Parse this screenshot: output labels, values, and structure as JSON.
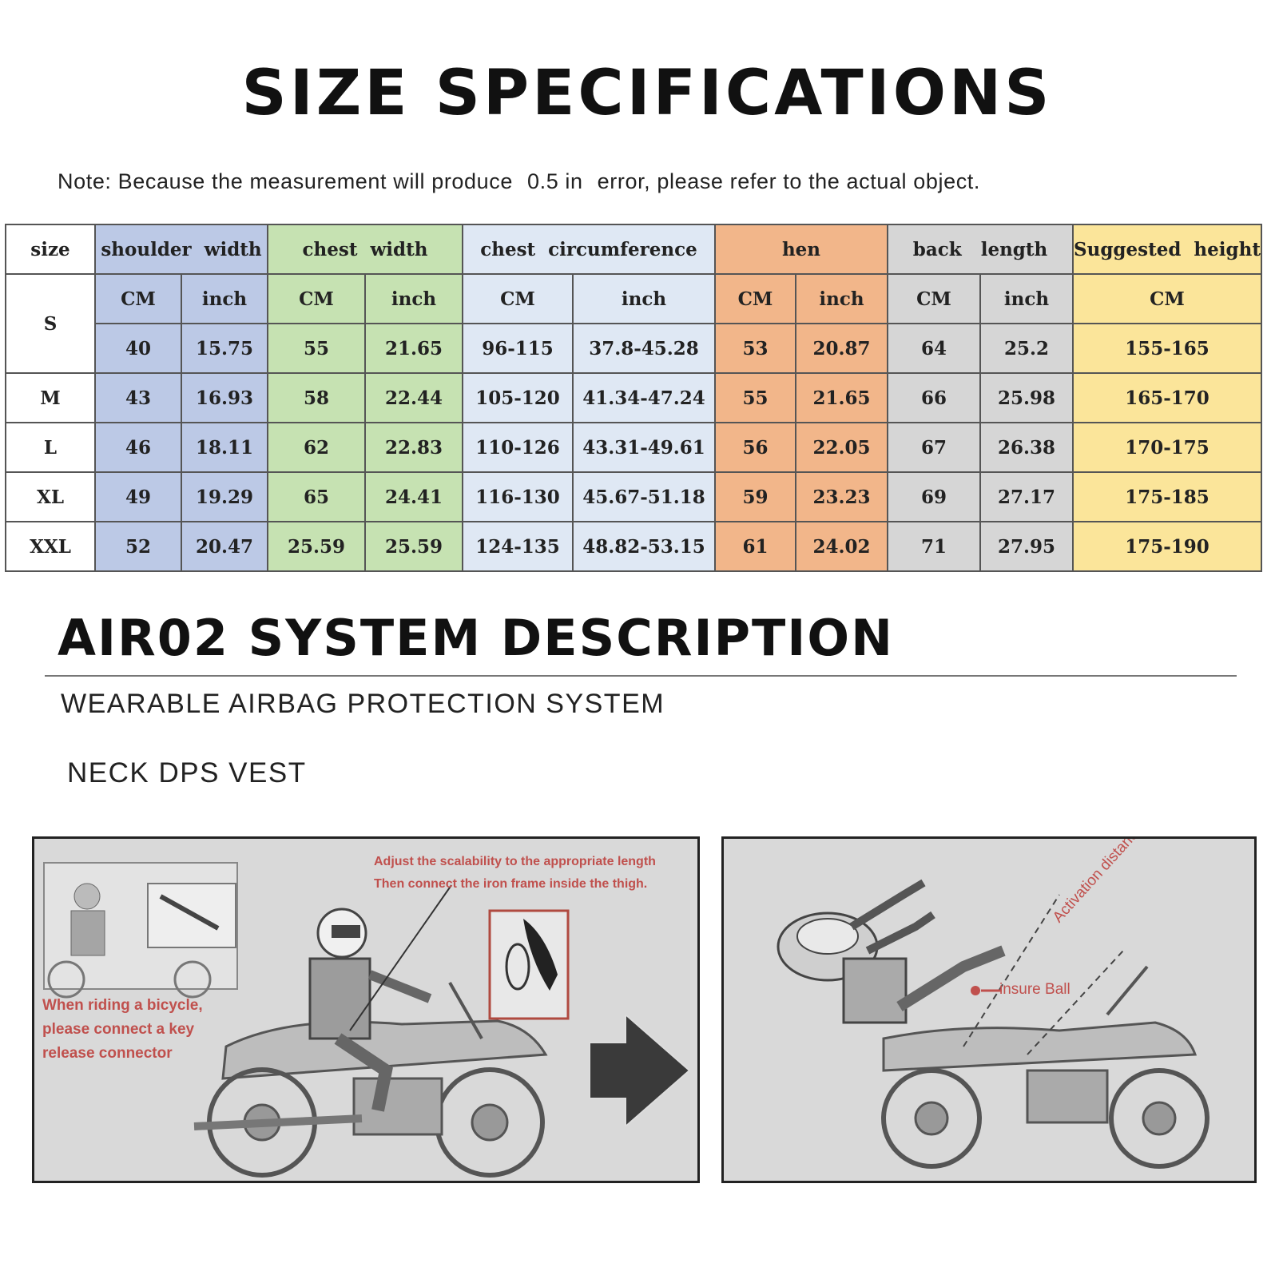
{
  "title": "SIZE SPECIFICATIONS",
  "note": {
    "text_before": "Note: Because the measurement will produce",
    "value": "0.5 in",
    "text_after": "error, please refer to the actual object."
  },
  "table": {
    "size_header": "size",
    "groups": [
      {
        "label": "shoulder  width",
        "units": [
          "CM",
          "inch"
        ]
      },
      {
        "label": "chest  width",
        "units": [
          "CM",
          "inch"
        ]
      },
      {
        "label": "chest  circumference",
        "units": [
          "CM",
          "inch"
        ]
      },
      {
        "label": "hen",
        "units": [
          "CM",
          "inch"
        ]
      },
      {
        "label": "back   length",
        "units": [
          "CM",
          "inch"
        ]
      },
      {
        "label": "Suggested  height",
        "units": [
          "CM"
        ]
      }
    ],
    "rows": [
      {
        "size": "S",
        "values": [
          "40",
          "15.75",
          "55",
          "21.65",
          "96-115",
          "37.8-45.28",
          "53",
          "20.87",
          "64",
          "25.2",
          "155-165"
        ]
      },
      {
        "size": "M",
        "values": [
          "43",
          "16.93",
          "58",
          "22.44",
          "105-120",
          "41.34-47.24",
          "55",
          "21.65",
          "66",
          "25.98",
          "165-170"
        ]
      },
      {
        "size": "L",
        "values": [
          "46",
          "18.11",
          "62",
          "22.83",
          "110-126",
          "43.31-49.61",
          "56",
          "22.05",
          "67",
          "26.38",
          "170-175"
        ]
      },
      {
        "size": "XL",
        "values": [
          "49",
          "19.29",
          "65",
          "24.41",
          "116-130",
          "45.67-51.18",
          "59",
          "23.23",
          "69",
          "27.17",
          "175-185"
        ]
      },
      {
        "size": "XXL",
        "values": [
          "52",
          "20.47",
          "25.59",
          "25.59",
          "124-135",
          "48.82-53.15",
          "61",
          "24.02",
          "71",
          "27.95",
          "175-190"
        ]
      }
    ]
  },
  "section_title": "AIR02 SYSTEM DESCRIPTION",
  "subtitle": "WEARABLE AIRBAG PROTECTION SYSTEM",
  "vest_label": "NECK DPS VEST",
  "panel_left": {
    "annotation_top_1": "Adjust the scalability to the appropriate length",
    "annotation_top_2": "Then connect the iron frame inside the thigh.",
    "annotation_side_1": "When riding a bicycle,",
    "annotation_side_2": "please connect a key",
    "annotation_side_3": "release connector"
  },
  "panel_right": {
    "activation_label": "Activation distance",
    "ball_label": "insure Ball"
  },
  "colors": {
    "shoulder": "#bcc9e6",
    "chest": "#c6e2b2",
    "circumference": "#dfe8f4",
    "hen": "#f2b68a",
    "back": "#d6d6d6",
    "height": "#fbe59a",
    "annotation": "#c0504d"
  }
}
